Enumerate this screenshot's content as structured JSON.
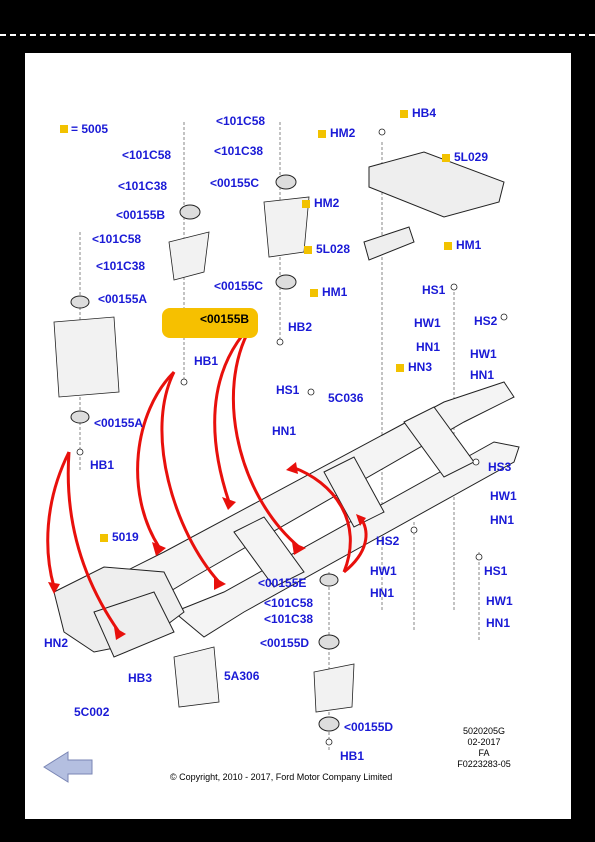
{
  "legend": {
    "swatch_color": "#f2c200",
    "text": "= 5005"
  },
  "labels": [
    {
      "id": "l1",
      "text": "<101C58"
    },
    {
      "id": "l2",
      "text": "<101C38"
    },
    {
      "id": "l3",
      "text": "<00155B"
    },
    {
      "id": "l4",
      "text": "<101C58"
    },
    {
      "id": "l5",
      "text": "<101C38"
    },
    {
      "id": "l6",
      "text": "<00155A"
    },
    {
      "id": "l7",
      "text": "<00155A"
    },
    {
      "id": "l8",
      "text": "<101C58"
    },
    {
      "id": "l9",
      "text": "<101C38"
    },
    {
      "id": "l10",
      "text": "<00155C"
    },
    {
      "id": "l11",
      "text": "<00155C"
    },
    {
      "id": "l12",
      "text": "<00155B"
    },
    {
      "id": "l13",
      "text": "HB2"
    },
    {
      "id": "l14",
      "text": "HB1"
    },
    {
      "id": "l15",
      "text": "HB1"
    },
    {
      "id": "l16",
      "text": "HB4"
    },
    {
      "id": "l17",
      "text": "HM2"
    },
    {
      "id": "l18",
      "text": "5L029"
    },
    {
      "id": "l19",
      "text": "HM2"
    },
    {
      "id": "l20",
      "text": "5L028"
    },
    {
      "id": "l21",
      "text": "HM1"
    },
    {
      "id": "l22",
      "text": "HM1"
    },
    {
      "id": "l23",
      "text": "HS1"
    },
    {
      "id": "l24",
      "text": "HS2"
    },
    {
      "id": "l25",
      "text": "HW1"
    },
    {
      "id": "l26",
      "text": "HN1"
    },
    {
      "id": "l27",
      "text": "HW1"
    },
    {
      "id": "l28",
      "text": "HN1"
    },
    {
      "id": "l29",
      "text": "HN3"
    },
    {
      "id": "l30",
      "text": "HS1"
    },
    {
      "id": "l31",
      "text": "5C036"
    },
    {
      "id": "l32",
      "text": "HN1"
    },
    {
      "id": "l33",
      "text": "HS3"
    },
    {
      "id": "l34",
      "text": "HW1"
    },
    {
      "id": "l35",
      "text": "HN1"
    },
    {
      "id": "l36",
      "text": "5019"
    },
    {
      "id": "l37",
      "text": "HS2"
    },
    {
      "id": "l38",
      "text": "HW1"
    },
    {
      "id": "l39",
      "text": "HN1"
    },
    {
      "id": "l40",
      "text": "HS1"
    },
    {
      "id": "l41",
      "text": "HW1"
    },
    {
      "id": "l42",
      "text": "HN1"
    },
    {
      "id": "l43",
      "text": "<00155E"
    },
    {
      "id": "l44",
      "text": "<101C58"
    },
    {
      "id": "l45",
      "text": "<101C38"
    },
    {
      "id": "l46",
      "text": "<00155D"
    },
    {
      "id": "l47",
      "text": "<00155D"
    },
    {
      "id": "l48",
      "text": "HB1"
    },
    {
      "id": "l49",
      "text": "HN2"
    },
    {
      "id": "l50",
      "text": "HB3"
    },
    {
      "id": "l51",
      "text": "5C002"
    },
    {
      "id": "l52",
      "text": "5A306"
    }
  ],
  "highlight_label": "<00155B",
  "meta": {
    "line1": "5020205G",
    "line2": "02-2017",
    "line3": "FA",
    "line4": "F0223283-05"
  },
  "copyright": "© Copyright, 2010 - 2017, Ford Motor Company Limited",
  "colors": {
    "label": "#1a1ad6",
    "swatch": "#f2c200",
    "arrow": "#e8100c",
    "highlight": "#f6c000"
  }
}
